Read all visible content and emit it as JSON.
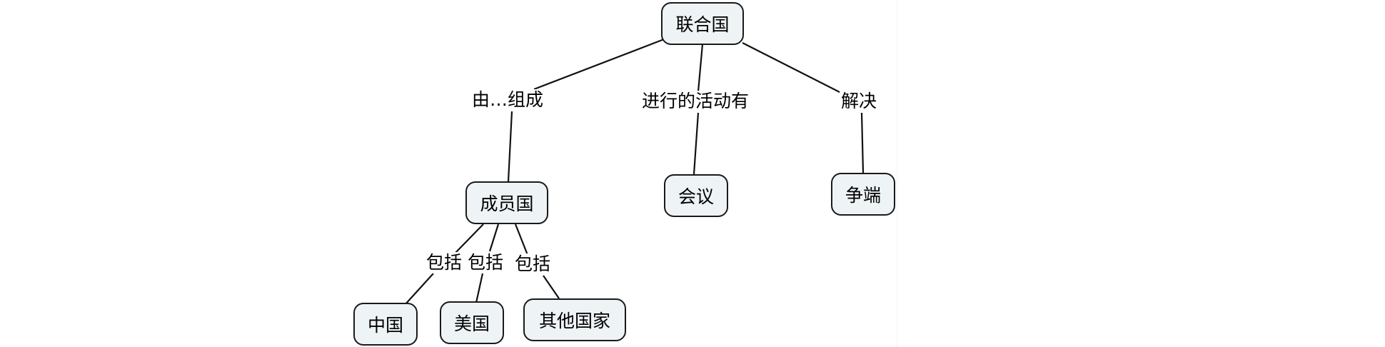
{
  "nodes": {
    "un": "联合国",
    "members": "成员国",
    "meetings": "会议",
    "disputes": "争端",
    "china": "中国",
    "usa": "美国",
    "others": "其他国家"
  },
  "links": {
    "composed_of": "由…组成",
    "activities": "进行的活动有",
    "resolve": "解决",
    "includes_1": "包括",
    "includes_2": "包括",
    "includes_3": "包括"
  }
}
